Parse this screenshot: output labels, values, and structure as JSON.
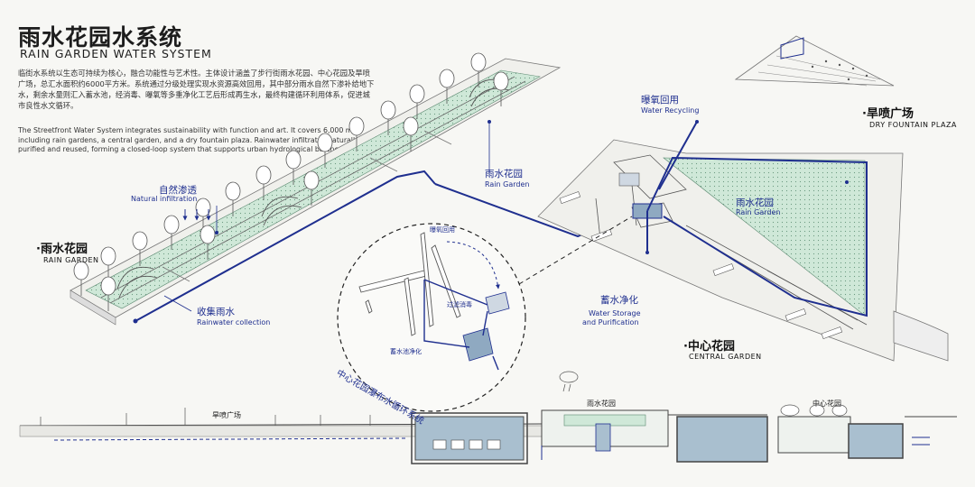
{
  "header": {
    "title_cn": "雨水花园水系统",
    "title_en": "RAIN GARDEN WATER SYSTEM"
  },
  "description": {
    "cn": "临街水系统以生态可持续为核心，融合功能性与艺术性。主体设计涵盖了步行街雨水花园、中心花园及旱喷广场，总汇水面积约6000平方米。系统通过分级处理实现水资源高效回用，其中部分雨水自然下渗补给地下水，剩余水量则汇入蓄水池，经消毒、曝氧等多重净化工艺后形成再生水，最终构建循环利用体系，促进城市良性水文循环。",
    "en": "The Streetfront Water System integrates sustainability with function and art. It covers 6,000 m², including rain gardens, a central garden, and a dry fountain plaza. Rainwater infiltrates naturally or is purified and reused, forming a closed-loop system that supports urban hydrological balance."
  },
  "labels": {
    "natural_infiltration_cn": "自然渗透",
    "natural_infiltration_en": "Natural infiltration",
    "rain_garden_left_cn": "·雨水花园",
    "rain_garden_left_en": "RAIN GARDEN",
    "rainwater_collection_cn": "收集雨水",
    "rainwater_collection_en": "Rainwater collection",
    "rain_garden_mid_cn": "雨水花园",
    "rain_garden_mid_en": "Rain Garden",
    "water_recycling_cn": "曝氧回用",
    "water_recycling_en": "Water Recycling",
    "dry_fountain_cn": "·旱喷广场",
    "dry_fountain_en": "DRY FOUNTAIN PLAZA",
    "rain_garden_right_cn": "雨水花园",
    "rain_garden_right_en": "Rain Garden",
    "water_storage_cn": "蓄水净化",
    "water_storage_en1": "Water Storage",
    "water_storage_en2": "and Purification",
    "central_garden_cn": "·中心花园",
    "central_garden_en": "CENTRAL GARDEN",
    "circle_caption": "中心花园瀑布水循环系统",
    "circle_aeration": "曝氧回用",
    "circle_filter": "过滤消毒",
    "circle_storage": "蓄水池净化",
    "section_dry_fountain": "旱喷广场",
    "section_rain_garden": "雨水花园",
    "section_central_garden": "中心花园"
  },
  "colors": {
    "accent_blue": "#1f2f8f",
    "green_fill": "#cfe8d8",
    "tank_fill": "#a9bfcf",
    "line": "#444444"
  }
}
